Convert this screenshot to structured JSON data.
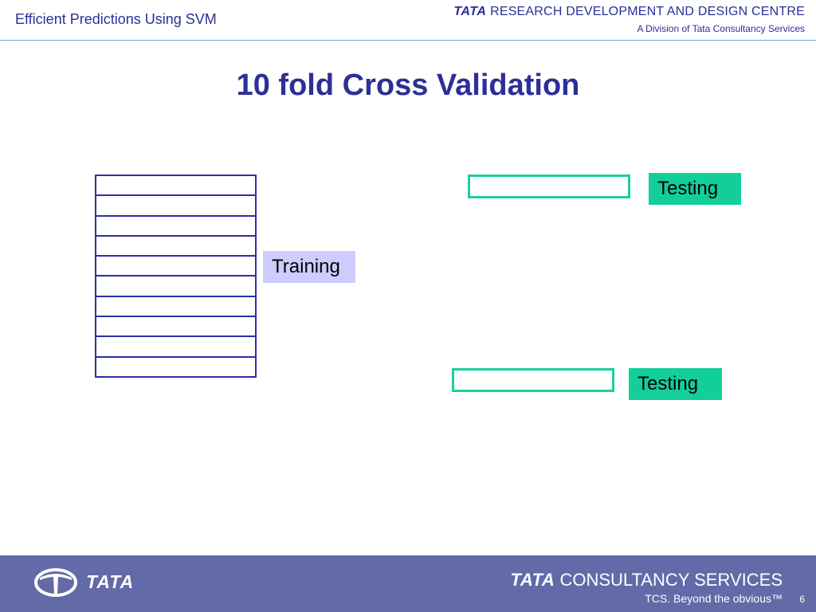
{
  "header": {
    "title": "Efficient Predictions Using SVM",
    "brand_tata": "TATA",
    "brand_rest": "RESEARCH DEVELOPMENT AND DESIGN CENTRE",
    "brand_subtitle": "A Division of Tata Consultancy Services"
  },
  "slide": {
    "title": "10 fold Cross Validation",
    "training_label": "Training",
    "testing_label_1": "Testing",
    "testing_label_2": "Testing",
    "fold_count": 10
  },
  "colors": {
    "title": "#2b2f99",
    "fold_border": "#2d2fa6",
    "training_bg": "#ccccff",
    "testing_bg": "#12cf9a",
    "test_fold_border": "#1ecea2",
    "footer_bg": "#636aa8"
  },
  "footer": {
    "logo_icon": "tata-logo-icon",
    "tata": "TATA",
    "tcs_tata": "TATA",
    "tcs_rest": "CONSULTANCY SERVICES",
    "tagline": "TCS. Beyond the obvious™",
    "page_number": "6"
  }
}
